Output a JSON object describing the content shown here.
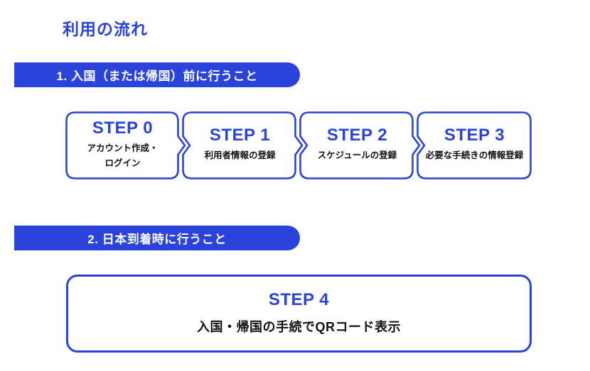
{
  "page": {
    "title": "利用の流れ"
  },
  "colors": {
    "accent": "#2943DB",
    "banner_background": "#2943DB",
    "banner_text": "#FFFFFF",
    "step_border": "#2943DB",
    "step_title_text": "#2943DB",
    "step_description_text": "#111111",
    "page_background": "#FFFFFF"
  },
  "sections": [
    {
      "banner": "1. 入国（または帰国）前に行うこと",
      "steps": [
        {
          "title": "STEP 0",
          "desc": "アカウント作成・\nログイン"
        },
        {
          "title": "STEP 1",
          "desc": "利用者情報の登録"
        },
        {
          "title": "STEP 2",
          "desc": "スケジュールの登録"
        },
        {
          "title": "STEP 3",
          "desc": "必要な手続きの情報登録"
        }
      ]
    },
    {
      "banner": "2. 日本到着時に行うこと",
      "steps": [
        {
          "title": "STEP 4",
          "desc": "入国・帰国の手続でQRコード表示"
        }
      ]
    }
  ]
}
